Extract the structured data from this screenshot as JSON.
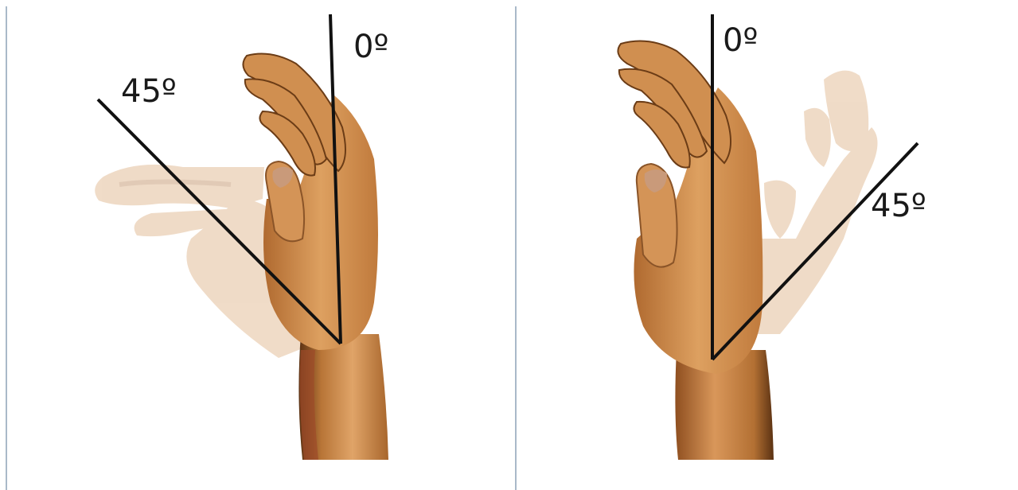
{
  "panels": [
    {
      "id": "left",
      "ref_label": "0º",
      "angle_label": "45º",
      "direction": "radial"
    },
    {
      "id": "right",
      "ref_label": "0º",
      "angle_label": "45º",
      "direction": "ulnar"
    }
  ],
  "colors": {
    "divider": "#a9b9c9",
    "skin": "#d59858",
    "skin_shadow": "#7a4a1e",
    "ghost_skin": "#e6c3a0",
    "line": "#111111",
    "background": "#ffffff"
  }
}
